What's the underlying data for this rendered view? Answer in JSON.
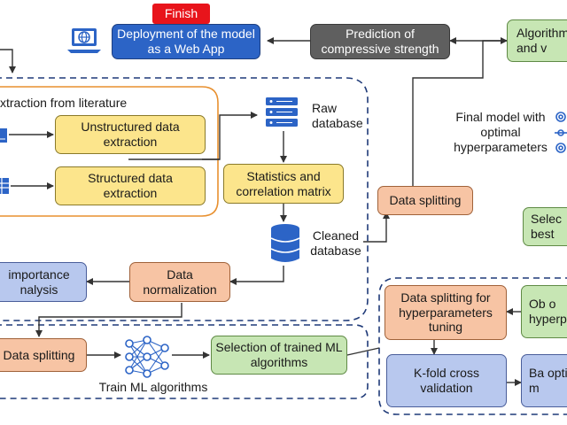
{
  "nodes": {
    "finish": "Finish",
    "deployment": "Deployment of the model as a Web App",
    "prediction": "Prediction of compressive strength",
    "algorithm_top": "Algorithm and v",
    "extraction_literature": "xtraction from literature",
    "unstructured": "Unstructured data extraction",
    "structured": "Structured data extraction",
    "raw_database": "Raw database",
    "statistics": "Statistics and correlation matrix",
    "cleaned_database": "Cleaned database",
    "data_normalization": "Data normalization",
    "importance": "importance nalysis",
    "data_splitting_left": "Data splitting",
    "train_ml": "Train ML algorithms",
    "selection_trained": "Selection of trained ML algorithms",
    "data_splitting_mid": "Data splitting",
    "final_model": "Final model with optimal hyperparameters",
    "select_best": "Selec best",
    "data_splitting_hyper": "Data splitting for hyperparameters tuning",
    "kfold": "K-fold cross validation",
    "obtain_optimal": "Ob o hyperpa",
    "bayesian": "Ba opti m"
  },
  "colors": {
    "yellow": "#fce58c",
    "orange": "#f7c4a4",
    "green": "#c7e6b4",
    "blue": "#b8c8ee",
    "deployment_blue": "#2c64c6",
    "gray": "#5f5f5f",
    "finish_red": "#e8141b",
    "dashed_border": "#1f3a78",
    "extraction_border": "#e8902f"
  },
  "icons": [
    "globe-laptop-icon",
    "server-icon",
    "database-icon",
    "neural-network-icon",
    "document-icon",
    "table-icon",
    "hyperparameter-icon"
  ]
}
